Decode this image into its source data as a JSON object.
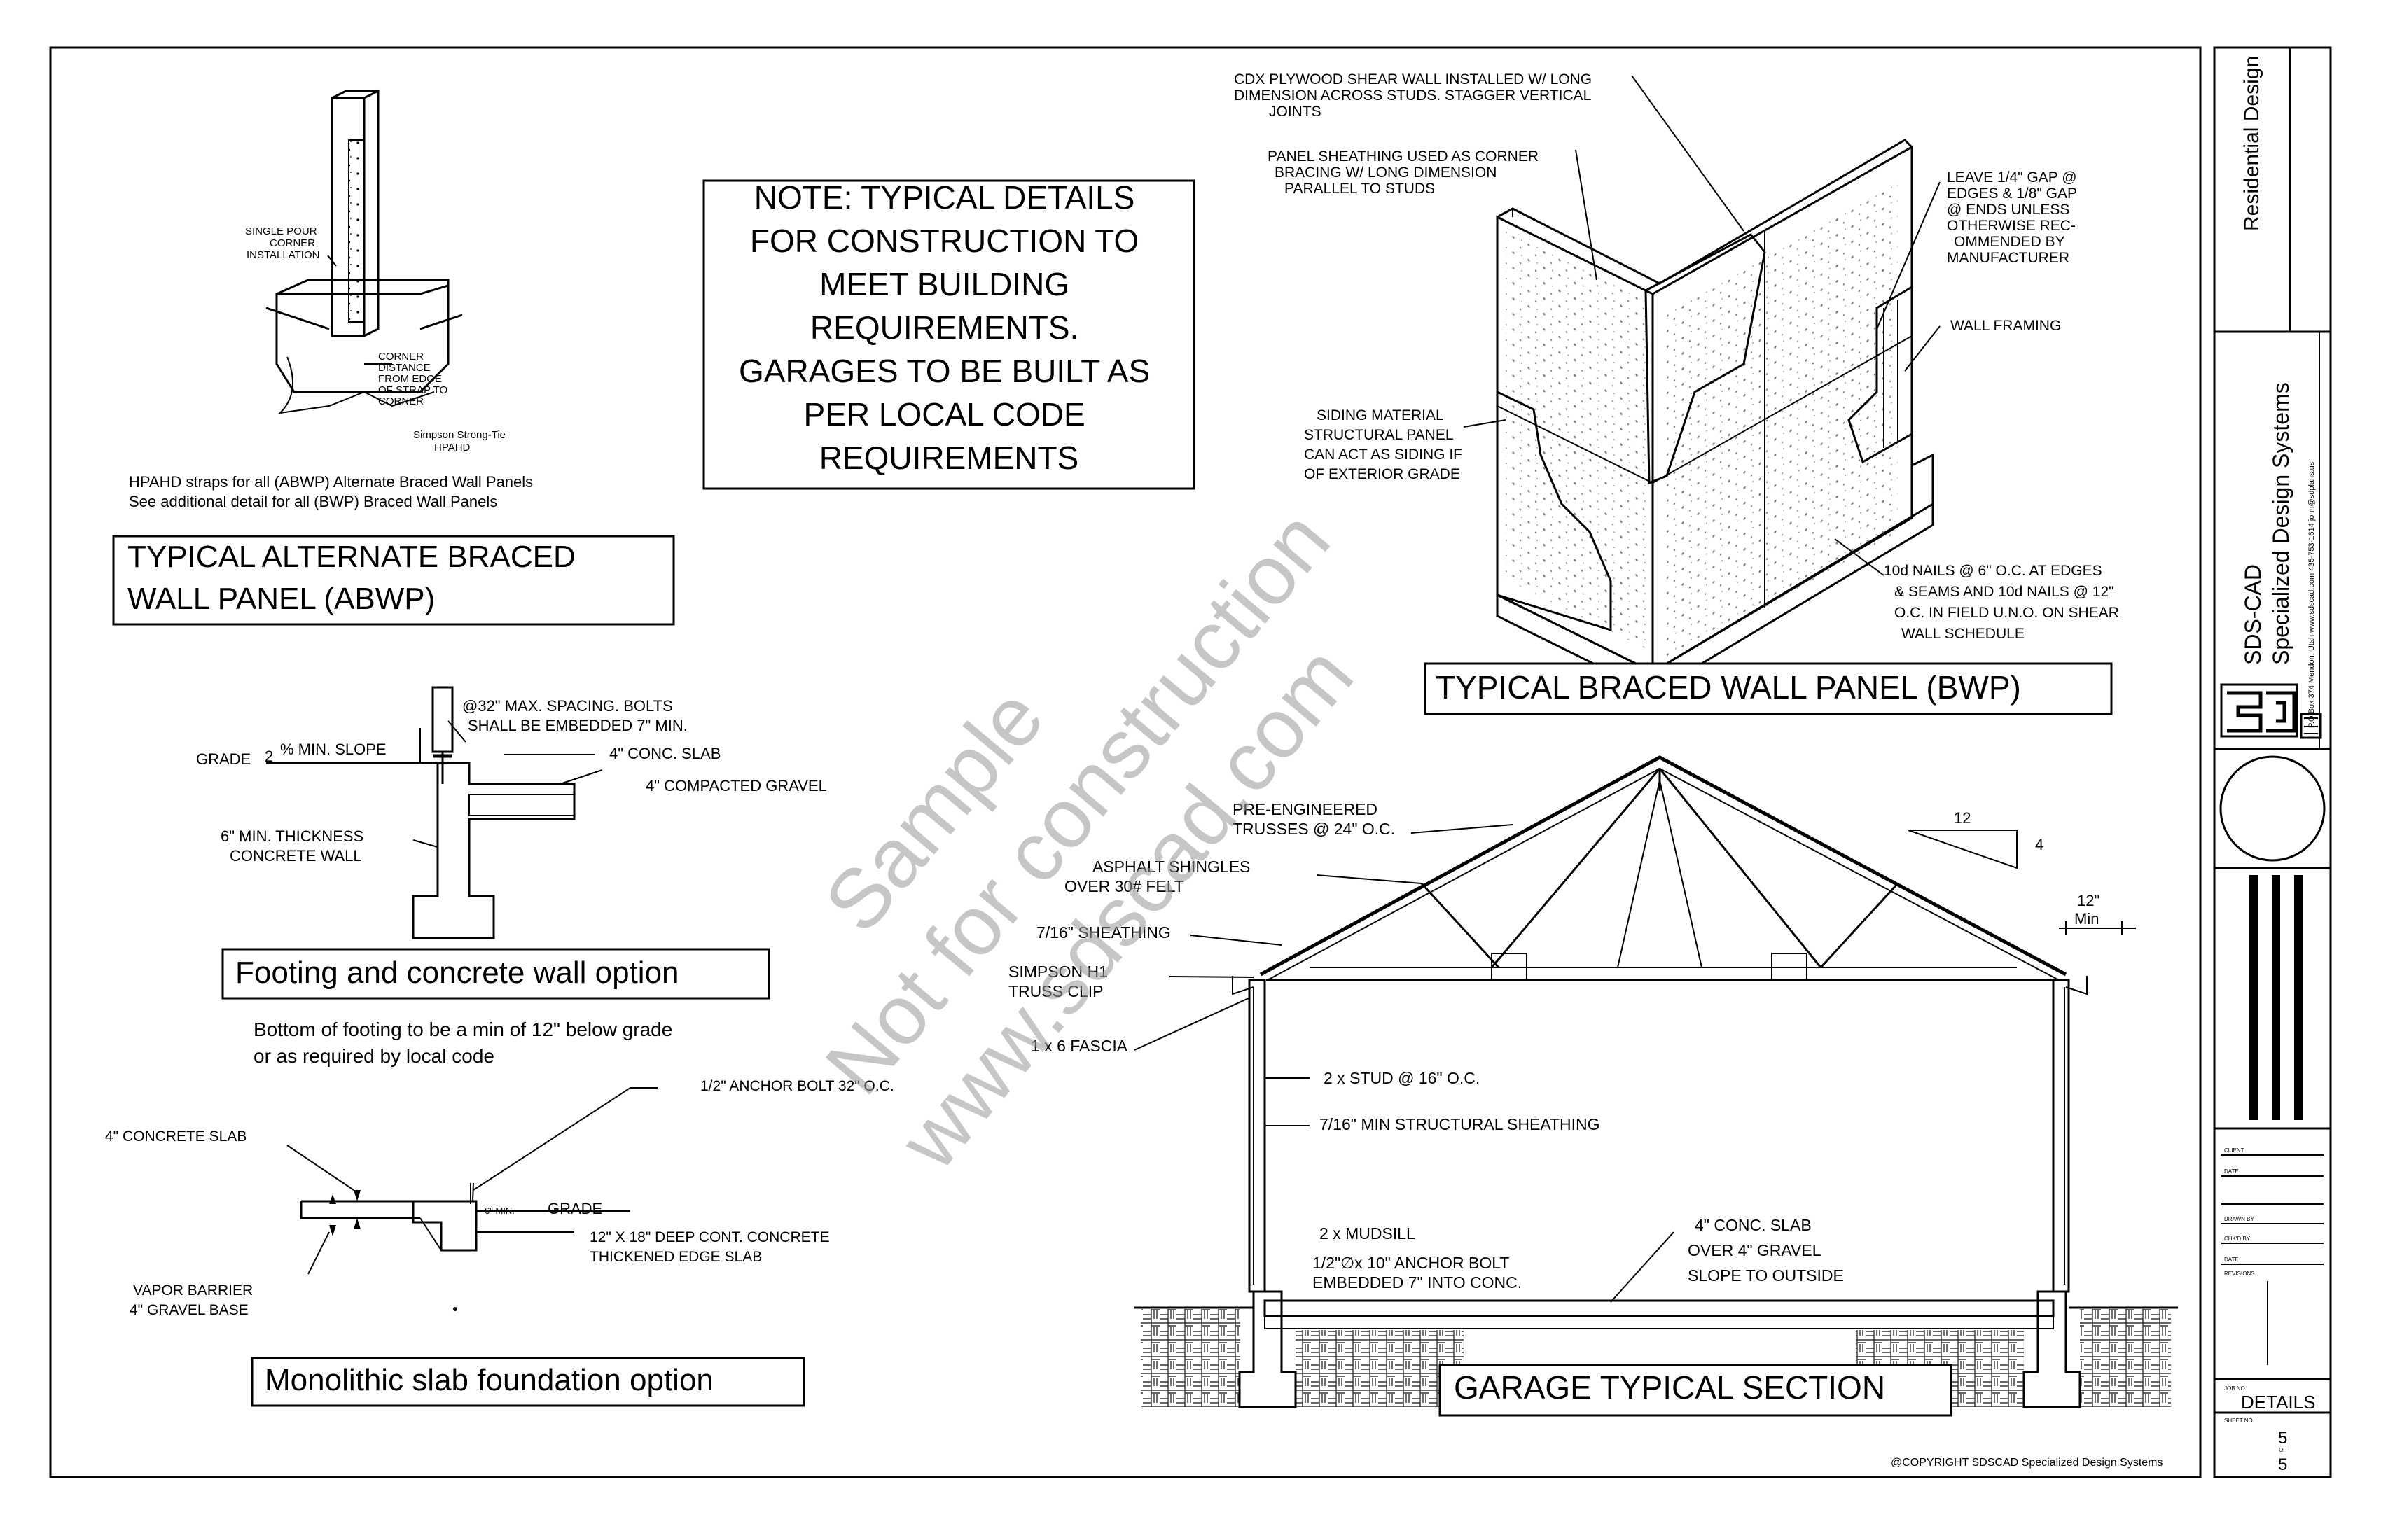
{
  "sheet": {
    "residential_design": "Residential Design",
    "company_line1": "SDS-CAD",
    "company_line2": "Specialized Design Systems",
    "company_address": "P.O.Box 374 Mendon, Utah  www.sdscad.com  435-753-1614  john@sdplans.us",
    "job_no_label": "JOB NO.",
    "sheet_title": "DETAILS",
    "sheet_no_label": "SHEET NO.",
    "sheet_number": "5",
    "of_label": "OF",
    "sheet_total": "5",
    "client_label": "CLIENT",
    "date_label": "DATE",
    "drawn_by_label": "DRAWN BY",
    "checked_by_label": "CHK'D BY",
    "date2_label": "DATE",
    "revisions_label": "REVISIONS",
    "copyright": "@COPYRIGHT SDSCAD Specialized Design Systems"
  },
  "watermark": {
    "line1": "Sample",
    "line2": "Not for construction",
    "line3": "www.sdscad.com"
  },
  "note": {
    "lines": [
      "NOTE: TYPICAL DETAILS",
      "FOR CONSTRUCTION TO",
      "MEET BUILDING",
      "REQUIREMENTS.",
      "GARAGES TO BE BUILT AS",
      "PER LOCAL CODE",
      "REQUIREMENTS"
    ]
  },
  "abwp": {
    "label_single_pour": [
      "SINGLE POUR",
      "CORNER",
      "INSTALLATION"
    ],
    "label_corner": [
      "CORNER",
      "DISTANCE",
      "FROM EDGE",
      "OF STRAP TO",
      "CORNER"
    ],
    "label_simpson": [
      "Simpson Strong-Tie",
      "HPAHD"
    ],
    "note1": "HPAHD straps for all (ABWP) Alternate Braced Wall Panels",
    "note2": "See additional detail for all (BWP) Braced Wall Panels",
    "title_line1": "TYPICAL ALTERNATE BRACED",
    "title_line2": "WALL PANEL (ABWP)"
  },
  "bwp": {
    "cdx": [
      "CDX PLYWOOD SHEAR WALL INSTALLED W/ LONG",
      "DIMENSION ACROSS STUDS. STAGGER VERTICAL",
      "JOINTS"
    ],
    "panel": [
      "PANEL SHEATHING USED AS CORNER",
      "BRACING W/ LONG DIMENSION",
      "PARALLEL TO STUDS"
    ],
    "leave": [
      "LEAVE 1/4\" GAP @",
      "EDGES & 1/8\" GAP",
      "@ ENDS UNLESS",
      "OTHERWISE REC-",
      "OMMENDED BY",
      "MANUFACTURER"
    ],
    "wall_framing": "WALL FRAMING",
    "siding": [
      "SIDING MATERIAL",
      "STRUCTURAL PANEL",
      "CAN ACT AS SIDING IF",
      "OF EXTERIOR GRADE"
    ],
    "nails": [
      "10d NAILS @ 6\" O.C. AT EDGES",
      "& SEAMS AND 10d NAILS @ 12\"",
      "O.C. IN FIELD U.N.O. ON SHEAR",
      "WALL SCHEDULE"
    ],
    "title": "TYPICAL BRACED WALL PANEL (BWP)"
  },
  "footing": {
    "spacing": [
      "@32\" MAX. SPACING.  BOLTS",
      "SHALL BE EMBEDDED 7\" MIN."
    ],
    "grade": "GRADE",
    "slope_num": "2",
    "slope": "% MIN. SLOPE",
    "slab": "4\" CONC. SLAB",
    "gravel": "4\" COMPACTED GRAVEL",
    "wall": [
      "6\" MIN. THICKNESS",
      "CONCRETE WALL"
    ],
    "title": "Footing and concrete wall option",
    "note1": "Bottom of footing to be a min of 12\" below grade",
    "note2": "or as required by local code"
  },
  "mono": {
    "anchor": "1/2\" ANCHOR BOLT 32\" O.C.",
    "slab": "4\" CONCRETE SLAB",
    "min": "6\" MIN.",
    "grade": "GRADE",
    "thick": [
      "12\" X 18\"  DEEP CONT. CONCRETE",
      "THICKENED EDGE SLAB"
    ],
    "vapor": [
      "VAPOR BARRIER",
      "4\" GRAVEL BASE"
    ],
    "title": "Monolithic slab foundation option"
  },
  "garage": {
    "trusses": [
      "PRE-ENGINEERED",
      "TRUSSES @ 24\" O.C."
    ],
    "shingles": [
      "ASPHALT SHINGLES",
      "OVER 30# FELT"
    ],
    "sheathing": "7/16\" SHEATHING",
    "clip": [
      "SIMPSON H1",
      "TRUSS CLIP"
    ],
    "fascia": "1 x 6 FASCIA",
    "pitch_run": "12",
    "pitch_rise": "4",
    "overhang": [
      "12\"",
      "Min"
    ],
    "stud": "2 x STUD @ 16\" O.C.",
    "structural": "7/16\" MIN STRUCTURAL SHEATHING",
    "mudsill": "2 x  MUDSILL",
    "anchor": [
      "1/2\"∅x 10\" ANCHOR BOLT",
      "EMBEDDED 7\" INTO CONC."
    ],
    "slab": [
      "4\" CONC. SLAB",
      "OVER 4\" GRAVEL",
      "SLOPE TO OUTSIDE"
    ],
    "title": "GARAGE TYPICAL SECTION"
  }
}
